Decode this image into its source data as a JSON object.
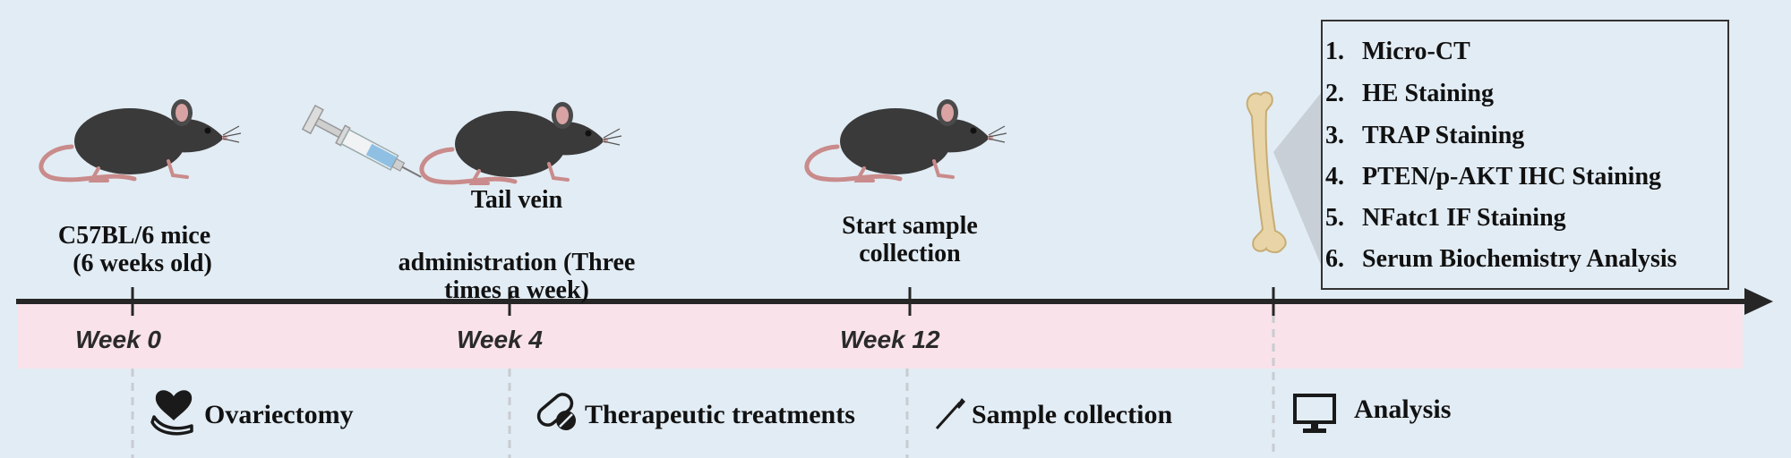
{
  "milestones": [
    {
      "id": "m0",
      "label_lines": [
        "C57BL/6 mice",
        "(6 weeks old)"
      ],
      "week": "Week 0"
    },
    {
      "id": "m4",
      "label_lines": [
        "Tail vein",
        "administration (Three",
        "times a week)"
      ],
      "week": "Week 4"
    },
    {
      "id": "m12",
      "label_lines": [
        "Start sample",
        "collection"
      ],
      "week": "Week 12"
    }
  ],
  "analysis_box": {
    "items": [
      {
        "num": "1.",
        "text": "Micro-CT"
      },
      {
        "num": "2.",
        "text": "HE Staining"
      },
      {
        "num": "3.",
        "text": "TRAP Staining"
      },
      {
        "num": "4.",
        "text": "PTEN/p-AKT IHC Staining"
      },
      {
        "num": "5.",
        "text": "NFatc1 IF Staining"
      },
      {
        "num": "6.",
        "text": "Serum Biochemistry Analysis"
      }
    ]
  },
  "legend": [
    {
      "icon": "heart-hand-icon",
      "label": "Ovariectomy"
    },
    {
      "icon": "pill-capsule-icon",
      "label": "Therapeutic treatments"
    },
    {
      "icon": "scalpel-icon",
      "label": "Sample collection"
    },
    {
      "icon": "monitor-icon",
      "label": "Analysis"
    }
  ],
  "colors": {
    "background": "#e2ecf4",
    "timeline_band": "#f9e2ea",
    "axis": "#262626",
    "mouse_body": "#3a3a3a",
    "mouse_tail": "#c98b8b",
    "bone": "#e8d4a6"
  }
}
